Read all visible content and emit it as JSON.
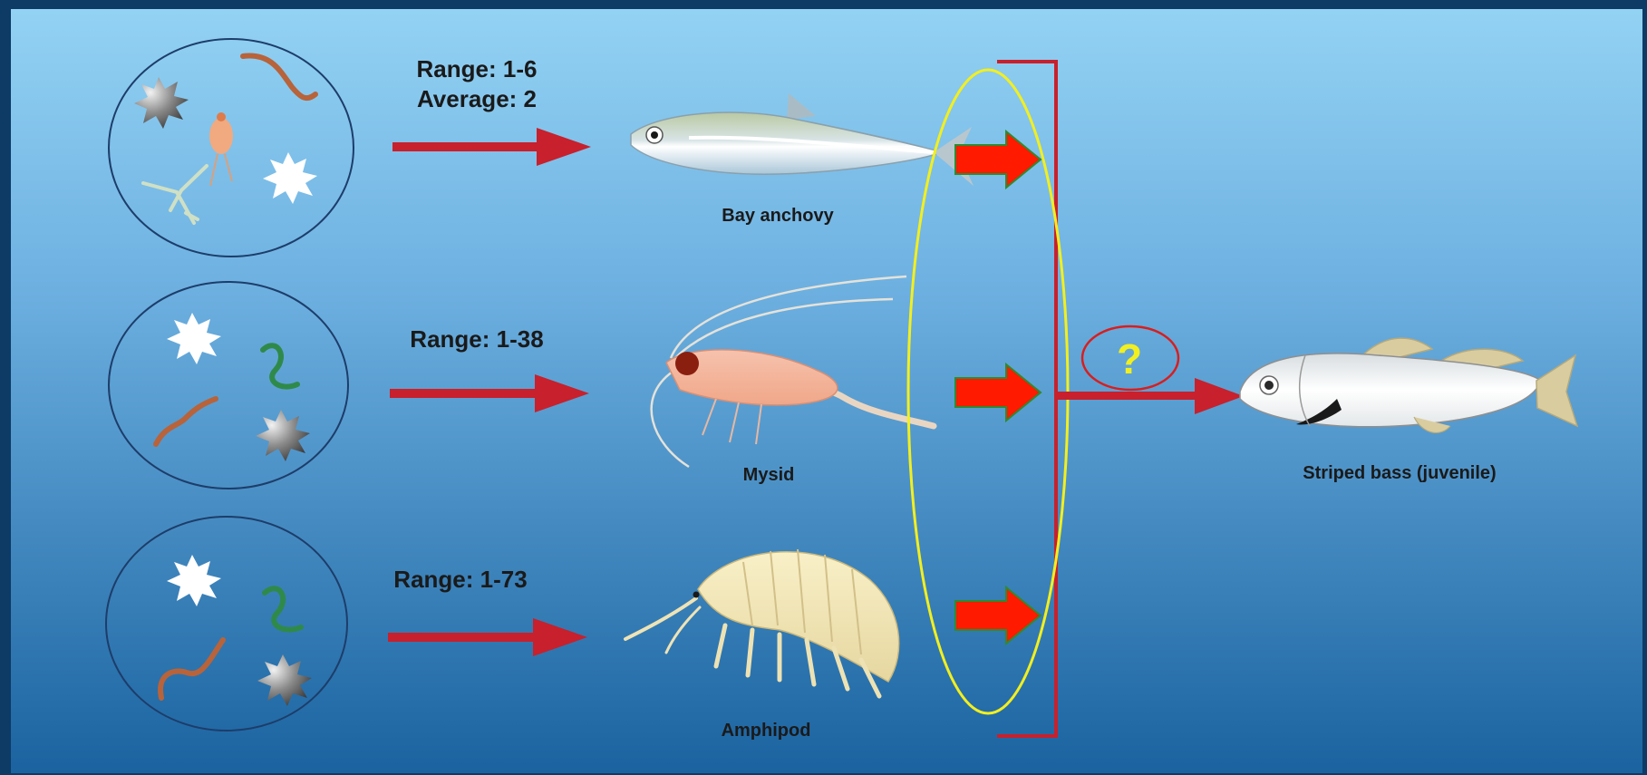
{
  "prey_groups": [
    {
      "range_label": "Range: 1-6",
      "average_label": "Average: 2",
      "prey_name": "Bay anchovy"
    },
    {
      "range_label": "Range: 1-38",
      "average_label": "",
      "prey_name": "Mysid"
    },
    {
      "range_label": "Range: 1-73",
      "average_label": "",
      "prey_name": "Amphipod"
    }
  ],
  "predator": {
    "name": "Striped bass (juvenile)"
  },
  "unknown_marker": "?",
  "colors": {
    "background_top": "#8fcdf0",
    "background_bottom": "#1d66a2",
    "frame": "#0d3b66",
    "transfer_arrow": "#c8202c",
    "highlight_arrow": "#ff1a00",
    "highlight_arrow_border": "#2f8a2f",
    "highlight_oval": "#f2ef1f",
    "question_circle": "#d81e1e",
    "question_mark": "#f2ef1f",
    "bracket": "#c8202c"
  }
}
